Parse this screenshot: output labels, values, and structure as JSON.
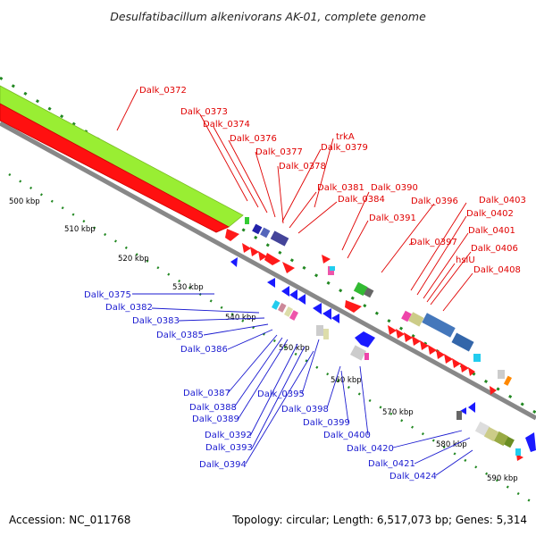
{
  "title": "Desulfatibacillum alkenivorans AK-01, complete genome",
  "footer": {
    "accession": "Accession: NC_011768",
    "summary": "Topology: circular; Length: 6,517,073 bp; Genes: 5,314"
  },
  "scale_labels": [
    "500 kbp",
    "510 kbp",
    "520 kbp",
    "530 kbp",
    "540 kbp",
    "550 kbp",
    "560 kbp",
    "570 kbp",
    "580 kbp",
    "590 kbp"
  ],
  "colors": {
    "forward_label": "#e00000",
    "reverse_label": "#1a1ad0",
    "gc_skew_track": "#99ee33",
    "gc_content_track": "#ff0000",
    "backbone": "#888888",
    "tick_green": "#228822"
  },
  "forward_genes": [
    "Dalk_0372",
    "Dalk_0373",
    "Dalk_0374",
    "Dalk_0376",
    "Dalk_0377",
    "trkA",
    "Dalk_0379",
    "Dalk_0378",
    "Dalk_0381",
    "Dalk_0390",
    "Dalk_0384",
    "Dalk_0396",
    "Dalk_0403",
    "Dalk_0391",
    "Dalk_0402",
    "Dalk_0401",
    "Dalk_0397",
    "hslU",
    "Dalk_0406",
    "Dalk_0408"
  ],
  "reverse_genes": [
    "Dalk_0375",
    "Dalk_0382",
    "Dalk_0383",
    "Dalk_0385",
    "Dalk_0386",
    "Dalk_0387",
    "Dalk_0388",
    "Dalk_0389",
    "Dalk_0395",
    "Dalk_0398",
    "Dalk_0392",
    "Dalk_0393",
    "Dalk_0394",
    "Dalk_0399",
    "Dalk_0400",
    "Dalk_0420",
    "Dalk_0421",
    "Dalk_0424"
  ]
}
